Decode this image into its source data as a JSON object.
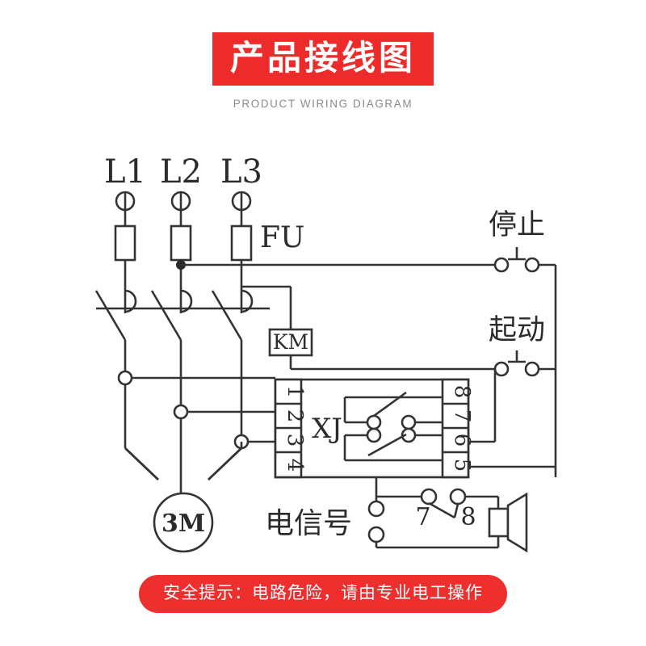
{
  "header": {
    "title_cn": "产品接线图",
    "title_en": "PRODUCT WIRING DIAGRAM",
    "badge_color": "#ee2b2b"
  },
  "footer": {
    "safety_notice": "安全提示：电路危险，请由专业电工操作",
    "pill_color": "#ef2e2e"
  },
  "diagram": {
    "line_color": "#333333",
    "phases": [
      {
        "label": "L1"
      },
      {
        "label": "L2"
      },
      {
        "label": "L3"
      }
    ],
    "fuse_label": "FU",
    "contactor_label": "KM",
    "relay_label": "XJ",
    "motor_label": "3M",
    "relay_terminals_left": [
      "1",
      "2",
      "3",
      "4"
    ],
    "relay_terminals_right": [
      "8",
      "7",
      "6",
      "5"
    ],
    "stop_button_label": "停止",
    "start_button_label": "起动",
    "signal_label": "电信号",
    "signal_terminals": [
      "7",
      "8"
    ]
  }
}
